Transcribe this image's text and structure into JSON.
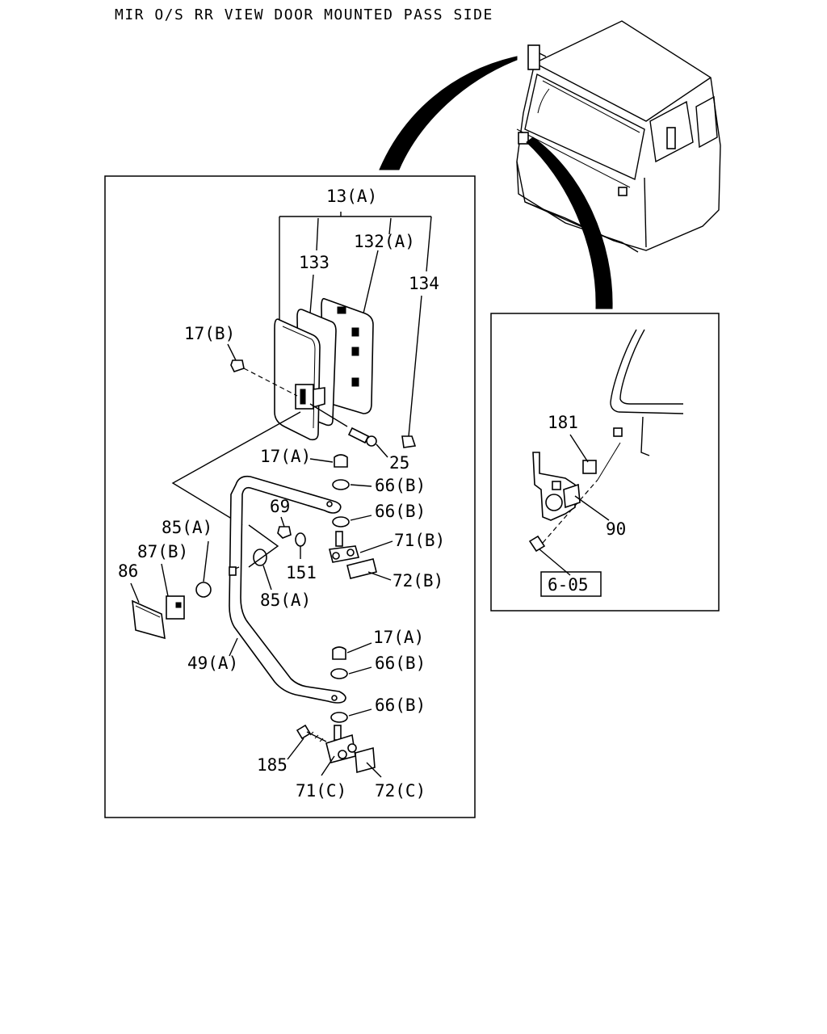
{
  "title": "MIR O/S RR VIEW DOOR MOUNTED PASS SIDE",
  "callouts": {
    "c13A": "13(A)",
    "c132A": "132(A)",
    "c133": "133",
    "c134": "134",
    "c17B": "17(B)",
    "c25": "25",
    "c17A_top": "17(A)",
    "c66B_1": "66(B)",
    "c69": "69",
    "c66B_2": "66(B)",
    "c85A_top": "85(A)",
    "c71B": "71(B)",
    "c87B": "87(B)",
    "c151": "151",
    "c86": "86",
    "c72B": "72(B)",
    "c85A_bottom": "85(A)",
    "c17A_bottom": "17(A)",
    "c49A": "49(A)",
    "c66B_3": "66(B)",
    "c66B_4": "66(B)",
    "c185": "185",
    "c71C": "71(C)",
    "c72C": "72(C)",
    "c181": "181",
    "c90": "90",
    "ref605": "6-05"
  }
}
